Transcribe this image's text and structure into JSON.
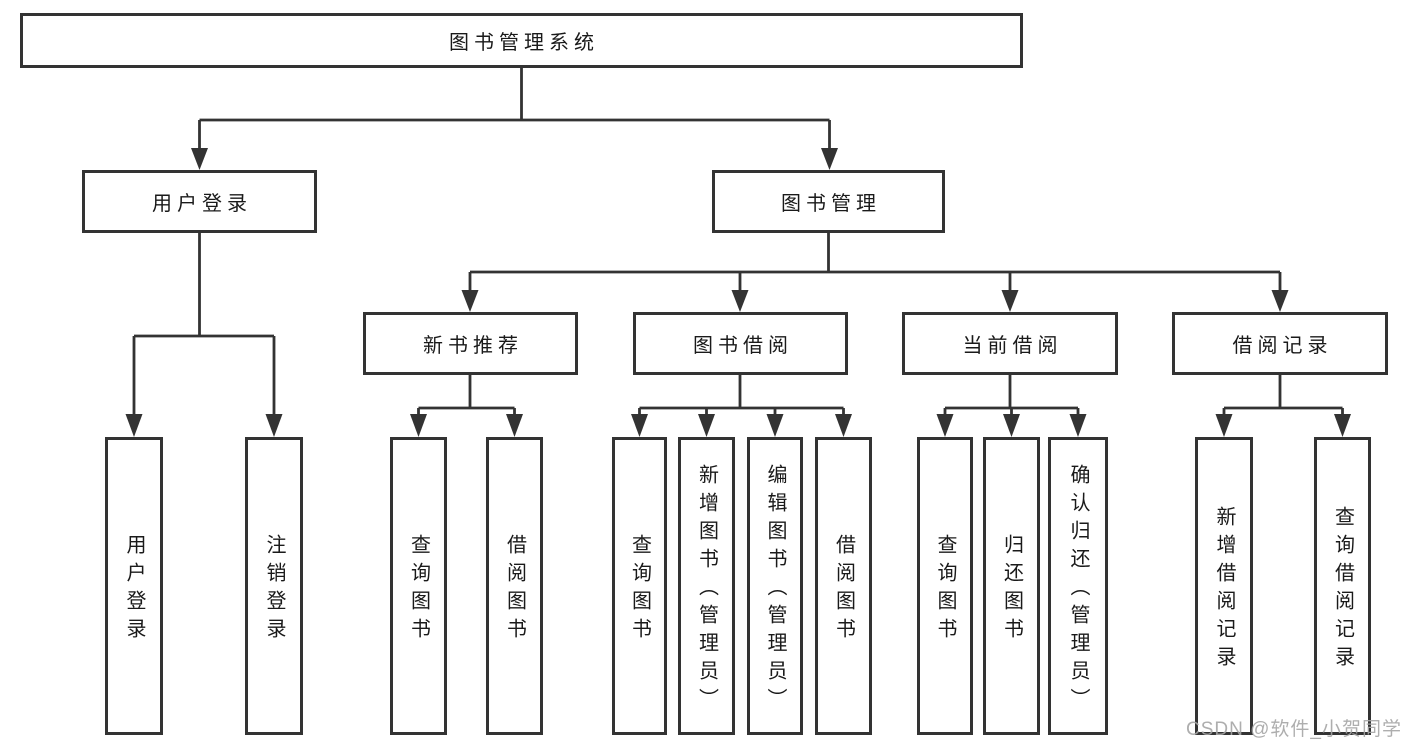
{
  "diagram": {
    "title": "图书管理系统",
    "level2": [
      "用户登录",
      "图书管理"
    ],
    "level3": [
      "新书推荐",
      "图书借阅",
      "当前借阅",
      "借阅记录"
    ],
    "leaves": {
      "user_login": [
        "用户登录",
        "注销登录"
      ],
      "new_book": [
        "查询图书",
        "借阅图书"
      ],
      "book_borrow": [
        "查询图书",
        "新增图书（管理员）",
        "编辑图书（管理员）",
        "借阅图书"
      ],
      "current_borrow": [
        "查询图书",
        "归还图书",
        "确认归还（管理员）"
      ],
      "borrow_record": [
        "新增借阅记录",
        "查询借阅记录"
      ]
    }
  },
  "watermark": "CSDN @软件_小贺同学",
  "colors": {
    "line": "#333333",
    "text": "#1a1a1a",
    "watermark": "#a5a5a5",
    "background": "#ffffff"
  }
}
